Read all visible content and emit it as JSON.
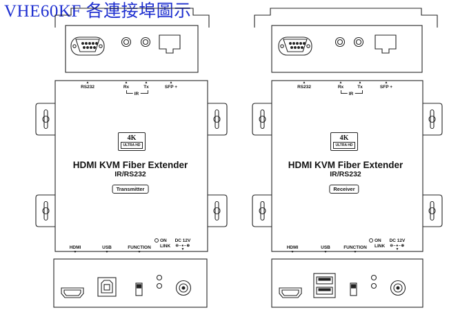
{
  "title": "VHE60KF 各連接埠圖示",
  "units": [
    {
      "id": "tx",
      "product_name": "HDMI KVM Fiber Extender",
      "subtitle": "IR/RS232",
      "role": "Transmitter",
      "logo": {
        "line1": "4K",
        "line2": "ULTRA HD"
      },
      "top_ports": {
        "rs232": "RS232",
        "rx": "Rx",
        "tx": "Tx",
        "ir": "IR",
        "sfp": "SFP +"
      },
      "bottom_ports": {
        "hdmi": "HDMI",
        "usb": "USB",
        "function": "FUNCTION",
        "on": "ON",
        "link": "LINK",
        "dc": "DC 12V",
        "dc_symbol": "⊖–●–⊕"
      },
      "usb_type": "usb-b"
    },
    {
      "id": "rx",
      "product_name": "HDMI KVM Fiber Extender",
      "subtitle": "IR/RS232",
      "role": "Receiver",
      "logo": {
        "line1": "4K",
        "line2": "ULTRA HD"
      },
      "top_ports": {
        "rs232": "RS232",
        "rx": "Rx",
        "tx": "Tx",
        "ir": "IR",
        "sfp": "SFP +"
      },
      "bottom_ports": {
        "hdmi": "HDMI",
        "usb": "USB",
        "function": "FUNCTION",
        "on": "ON",
        "link": "LINK",
        "dc": "DC 12V",
        "dc_symbol": "⊖–●–⊕"
      },
      "usb_type": "usb-a-dual"
    }
  ]
}
